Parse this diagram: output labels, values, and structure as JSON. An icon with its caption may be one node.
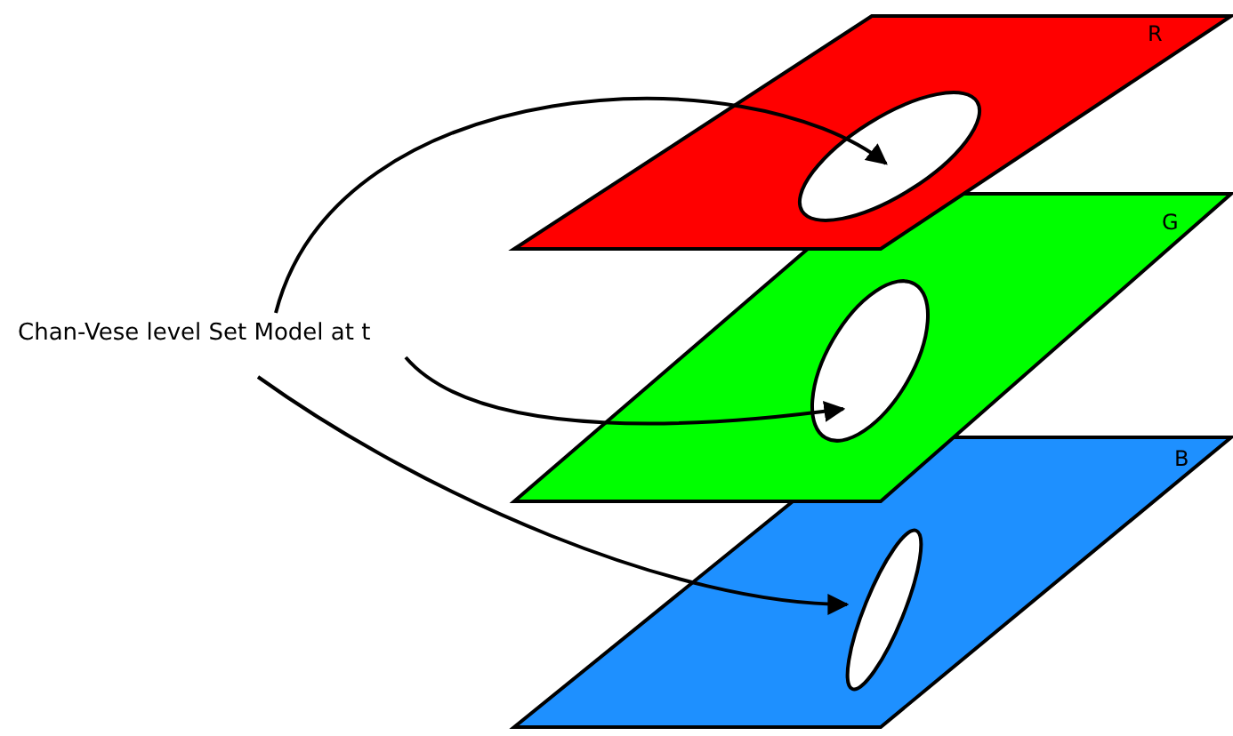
{
  "diagram": {
    "nodes": [
      {
        "text": [
          "Chan-Vese level Set Model at t"
        ]
      },
      {
        "text": [
          "R"
        ]
      },
      {
        "text": [],
        "shape": "ellipse",
        "in": 1
      },
      {
        "text": [
          "G"
        ]
      },
      {
        "text": [],
        "shape": "ellipse",
        "in": 3
      },
      {
        "text": [
          "B"
        ]
      },
      {
        "text": [],
        "shape": "ellipse",
        "in": 5
      }
    ],
    "edges": [
      {
        "from": 0,
        "to": 2,
        "arrow": "to"
      },
      {
        "from": 0,
        "to": 4,
        "arrow": "to"
      },
      {
        "from": 0,
        "to": 6,
        "arrow": "to"
      }
    ]
  }
}
